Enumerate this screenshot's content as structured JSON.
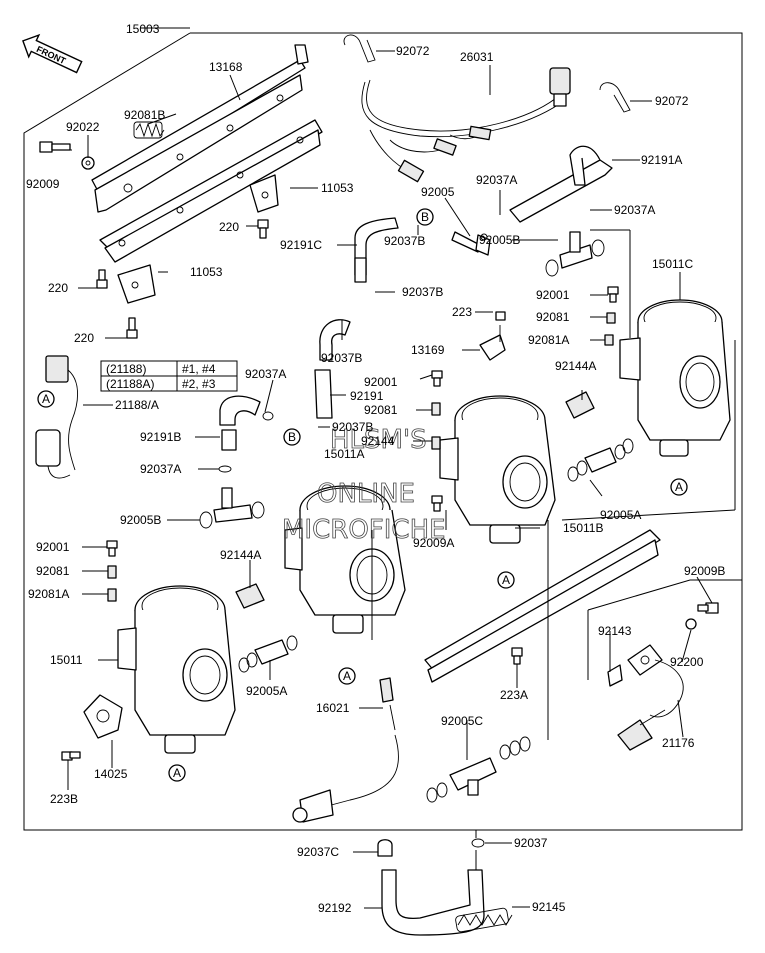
{
  "front_label": "FRONT",
  "watermark": [
    "HLSM'S",
    "ONLINE",
    "MICROFICHE"
  ],
  "callouts": {
    "A": "A",
    "B": "B"
  },
  "applicability_table": [
    {
      "code": "(21188)",
      "cyl": "#1, #4"
    },
    {
      "code": "(21188A)",
      "cyl": "#2, #3"
    }
  ],
  "labels": {
    "p15003": "15003",
    "p92081B": "92081B",
    "p13168": "13168",
    "p92022": "92022",
    "p92009": "92009",
    "p92072a": "92072",
    "p26031": "26031",
    "p92072b": "92072",
    "p11053a": "11053",
    "p92005": "92005",
    "p92037A_a": "92037A",
    "p92191A": "92191A",
    "p92037A_b": "92037A",
    "p220a": "220",
    "p92191C": "92191C",
    "p92037B_a": "92037B",
    "p92005B_a": "92005B",
    "p15011C": "15011C",
    "p220b": "220",
    "p11053b": "11053",
    "p92037B_b": "92037B",
    "p92001a": "92001",
    "p223": "223",
    "p92081a": "92081",
    "p220c": "220",
    "p13169": "13169",
    "p92081A_a": "92081A",
    "p92037B_c": "92037B",
    "p92144A_a": "92144A",
    "p92037A_c": "92037A",
    "p92001b": "92001",
    "p21188A": "21188/A",
    "p92191": "92191",
    "p92081b": "92081",
    "p92191B": "92191B",
    "p92037B_d": "92037B",
    "p92144": "92144",
    "p15011A": "15011A",
    "p92037A_d": "92037A",
    "p92005A_a": "92005A",
    "p92005B_b": "92005B",
    "p15011B": "15011B",
    "p92009A": "92009A",
    "p92001c": "92001",
    "p92144A_b": "92144A",
    "p92081c": "92081",
    "p92081A_b": "92081A",
    "p92009B": "92009B",
    "p92143": "92143",
    "p92200": "92200",
    "p15011": "15011",
    "p92005A_b": "92005A",
    "p223A": "223A",
    "p16021": "16021",
    "p92005C": "92005C",
    "p21176": "21176",
    "p14025": "14025",
    "p223B": "223B",
    "p92037C": "92037C",
    "p92037": "92037",
    "p92192": "92192",
    "p92145": "92145"
  }
}
